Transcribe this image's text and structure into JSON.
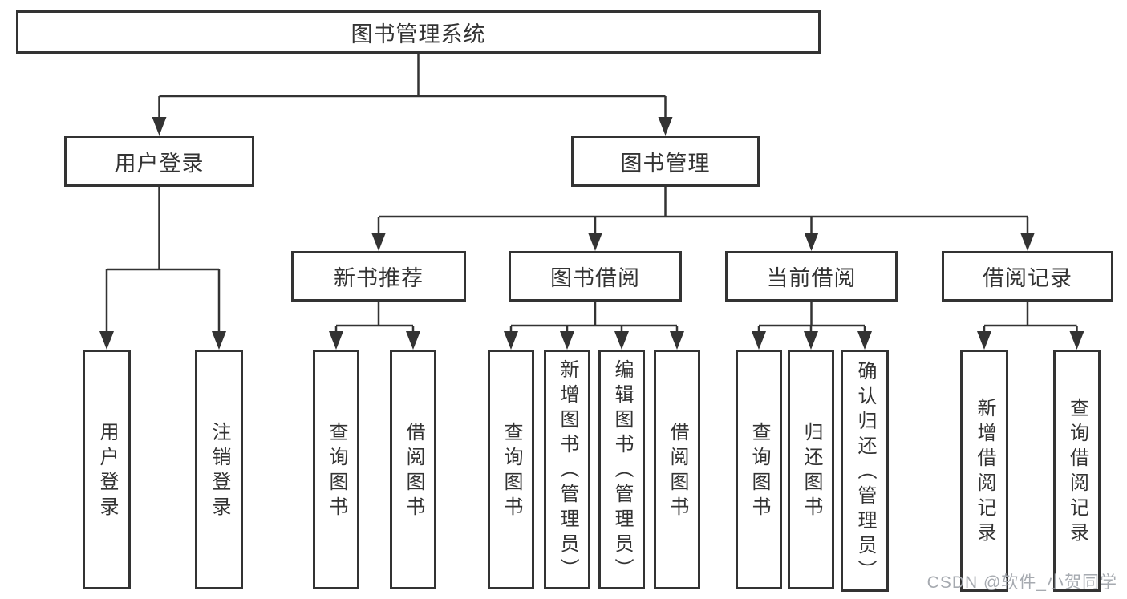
{
  "colors": {
    "line": "#333333",
    "text": "#333333",
    "node-bg": "#ffffff",
    "background": "#ffffff",
    "watermark": "#a6aab0"
  },
  "tree": {
    "root": "图书管理系统",
    "branches": [
      {
        "label": "用户登录",
        "children": [
          "用户登录",
          "注销登录"
        ]
      },
      {
        "label": "图书管理",
        "children": [
          {
            "label": "新书推荐",
            "children": [
              "查询图书",
              "借阅图书"
            ]
          },
          {
            "label": "图书借阅",
            "children": [
              "查询图书",
              "新增图书（管理员）",
              "编辑图书（管理员）",
              "借阅图书"
            ]
          },
          {
            "label": "当前借阅",
            "children": [
              "查询图书",
              "归还图书",
              "确认归还（管理员）"
            ]
          },
          {
            "label": "借阅记录",
            "children": [
              "新增借阅记录",
              "查询借阅记录"
            ]
          }
        ]
      }
    ]
  },
  "watermark": {
    "text": "CSDN @软件_小贺同学"
  }
}
